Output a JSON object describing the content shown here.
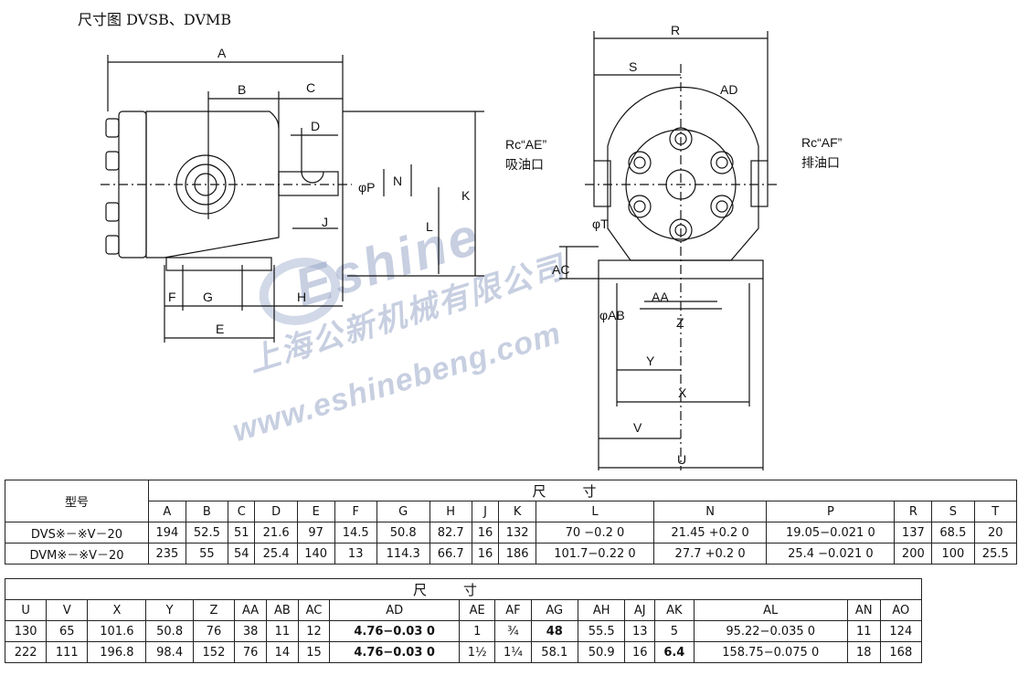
{
  "title": "尺寸图 DVSB、DVMB",
  "drawing_labels": {
    "A": "A",
    "B": "B",
    "C": "C",
    "D": "D",
    "N": "N",
    "P": "φP",
    "J": "J",
    "L": "L",
    "K": "K",
    "F": "F",
    "G": "G",
    "H": "H",
    "E": "E",
    "R": "R",
    "S": "S",
    "AD": "AD",
    "AE_code": "Rc“AE”",
    "AE_text": "吸油口",
    "AF_code": "Rc“AF”",
    "AF_text": "排油口",
    "T": "φT",
    "AC": "AC",
    "AA": "AA",
    "AB": "φAB",
    "Z": "Z",
    "Y": "Y",
    "X": "X",
    "V": "V",
    "U": "U"
  },
  "watermark": {
    "brand": "Eshine",
    "company": "上海公新机械有限公司",
    "url": "www.eshinebeng.com"
  },
  "table1": {
    "model_header": "型号",
    "size_header": "尺寸",
    "columns": [
      "A",
      "B",
      "C",
      "D",
      "E",
      "F",
      "G",
      "H",
      "J",
      "K",
      "L",
      "N",
      "P",
      "R",
      "S",
      "T"
    ],
    "rows": [
      {
        "model": "DVS※－※V－20",
        "values": [
          "194",
          "52.5",
          "51",
          "21.6",
          "97",
          "14.5",
          "50.8",
          "82.7",
          "16",
          "132",
          "70  −0.2 0",
          "21.45 +0.2 0",
          "19.05−0.021 0",
          "137",
          "68.5",
          "20"
        ]
      },
      {
        "model": "DVM※－※V－20",
        "values": [
          "235",
          "55",
          "54",
          "25.4",
          "140",
          "13",
          "114.3",
          "66.7",
          "16",
          "186",
          "101.7−0.22 0",
          "27.7 +0.2 0",
          "25.4  −0.021 0",
          "200",
          "100",
          "25.5"
        ]
      }
    ]
  },
  "table2": {
    "size_header": "尺寸",
    "columns": [
      "U",
      "V",
      "X",
      "Y",
      "Z",
      "AA",
      "AB",
      "AC",
      "AD",
      "AE",
      "AF",
      "AG",
      "AH",
      "AJ",
      "AK",
      "AL",
      "AN",
      "AO"
    ],
    "rows": [
      {
        "values": [
          "130",
          "65",
          "101.6",
          "50.8",
          "76",
          "38",
          "11",
          "12",
          "4.76−0.03 0",
          "1",
          "¾",
          "48",
          "55.5",
          "13",
          "5",
          "95.22−0.035 0",
          "11",
          "124"
        ]
      },
      {
        "values": [
          "222",
          "111",
          "196.8",
          "98.4",
          "152",
          "76",
          "14",
          "15",
          "4.76−0.03 0",
          "1½",
          "1¼",
          "58.1",
          "50.9",
          "16",
          "6.4",
          "158.75−0.075 0",
          "18",
          "168"
        ]
      }
    ]
  }
}
